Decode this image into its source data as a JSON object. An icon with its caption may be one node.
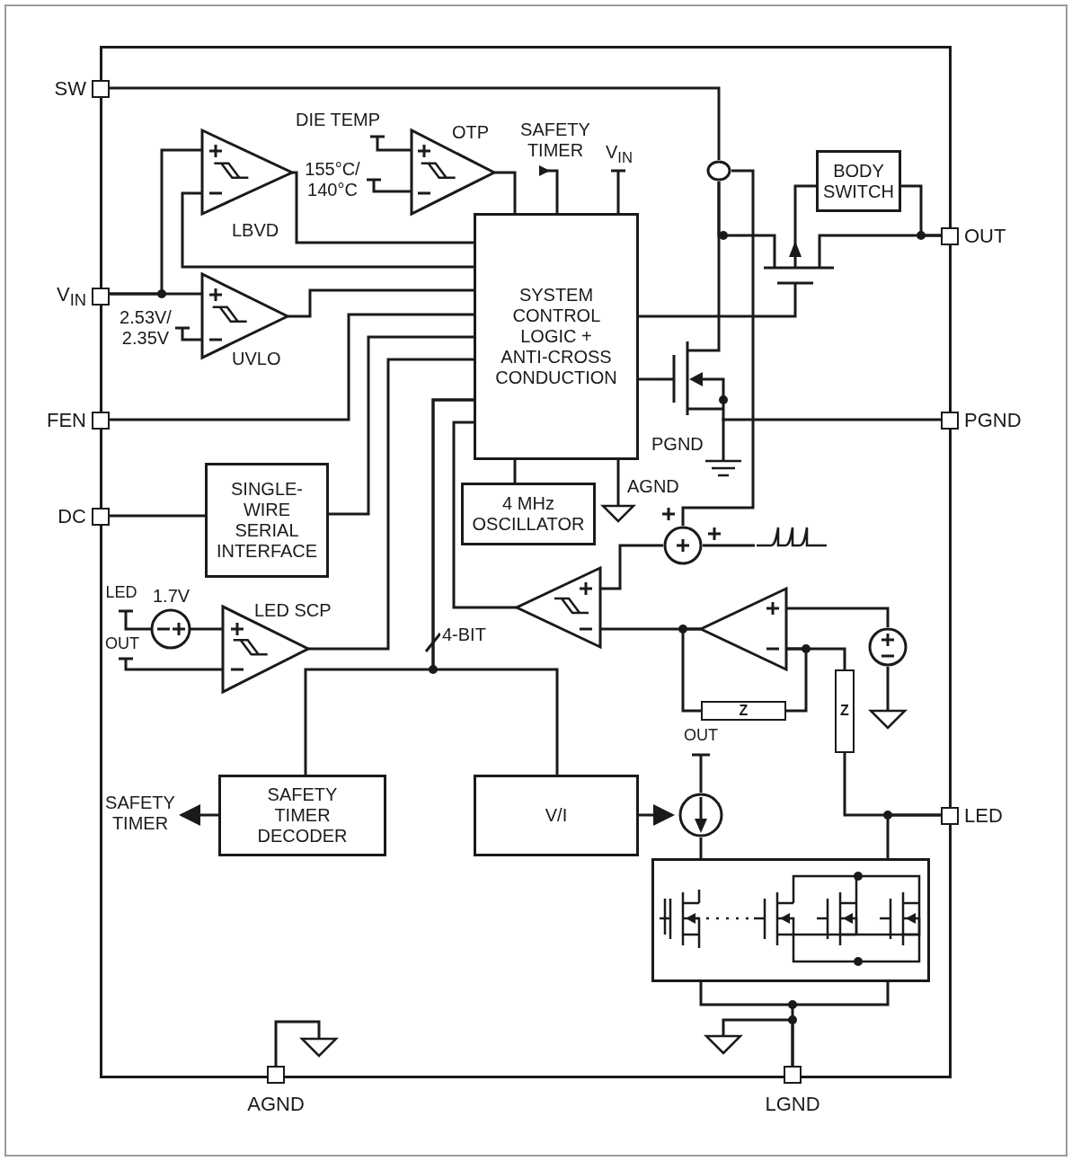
{
  "diagram": {
    "nodes": [
      {
        "text": [
          "SW"
        ]
      },
      {
        "text": [
          "V$_{IN}$"
        ]
      },
      {
        "text": [
          "FEN"
        ]
      },
      {
        "text": [
          "DC"
        ]
      },
      {
        "text": [
          "OUT"
        ]
      },
      {
        "text": [
          "PGND"
        ]
      },
      {
        "text": [
          "LED"
        ]
      },
      {
        "text": [
          "AGND"
        ]
      },
      {
        "text": [
          "LGND"
        ]
      },
      {
        "text": [
          "LBVD"
        ]
      },
      {
        "text": [
          "OTP"
        ]
      },
      {
        "text": [
          "UVLO"
        ]
      },
      {
        "text": [
          "LED SCP"
        ]
      },
      {
        "text": [
          "SYSTEM CONTROL LOGIC + ANTI-CROSS CONDUCTION"
        ]
      },
      {
        "text": [
          "4 MHz OSCILLATOR"
        ]
      },
      {
        "text": [
          "SINGLE-WIRE SERIAL INTERFACE"
        ]
      },
      {
        "text": [
          "SAFETY TIMER DECODER"
        ]
      },
      {
        "text": [
          "V/I"
        ]
      },
      {
        "text": [
          "BODY SWITCH"
        ]
      },
      {
        "text": [],
        "shape": "triangle"
      },
      {
        "text": [],
        "shape": "triangle"
      },
      {
        "text": [],
        "shape": "circle"
      },
      {
        "text": [],
        "shape": "circle"
      },
      {
        "text": [],
        "shape": "box"
      },
      {
        "text": [
          "Z"
        ]
      },
      {
        "text": [
          "Z"
        ]
      },
      {
        "text": [],
        "shape": "transistor"
      },
      {
        "text": [],
        "shape": "transistor"
      },
      {
        "text": [
          "SAFETY TIMER"
        ]
      },
      {
        "text": [
          "1.7V"
        ]
      },
      {
        "text": [],
        "shape": "circle"
      },
      {
        "text": [],
        "shape": "circle"
      },
      {
        "text": [],
        "shape": "waveform"
      },
      {
        "text": [
          "PGND"
        ]
      },
      {
        "text": [
          "AGND"
        ]
      },
      {
        "text": [],
        "shape": "ground"
      },
      {
        "text": [],
        "shape": "ground"
      },
      {
        "text": [],
        "shape": "ground"
      },
      {
        "text": [
          "DIE TEMP"
        ]
      },
      {
        "text": [
          "155°C/ 140°C"
        ]
      },
      {
        "text": [
          "SAFETY TIMER"
        ]
      },
      {
        "text": [
          "V$_{IN}$"
        ]
      },
      {
        "text": [
          "2.53V/ 2.35V"
        ]
      },
      {
        "text": [
          "LED"
        ]
      },
      {
        "text": [
          "OUT"
        ]
      },
      {
        "text": [
          "OUT"
        ]
      }
    ],
    "edges": [
      {
        "from": 0,
        "to": 31,
        "arrow": "none"
      },
      {
        "from": 31,
        "to": 26,
        "arrow": "none"
      },
      {
        "from": 26,
        "to": 18,
        "arrow": "none"
      },
      {
        "from": 18,
        "to": 4,
        "arrow": "none"
      },
      {
        "from": 26,
        "to": 4,
        "arrow": "none"
      },
      {
        "from": 13,
        "to": 26,
        "arrow": "none"
      },
      {
        "from": 13,
        "to": 27,
        "arrow": "none"
      },
      {
        "from": 27,
        "to": 5,
        "arrow": "none"
      },
      {
        "from": 1,
        "to": 9,
        "arrow": "none"
      },
      {
        "from": 1,
        "to": 11,
        "arrow": "none"
      },
      {
        "from": 9,
        "to": 13,
        "arrow": "none"
      },
      {
        "from": 10,
        "to": 13,
        "arrow": "none"
      },
      {
        "from": 11,
        "to": 13,
        "arrow": "none"
      },
      {
        "from": 2,
        "to": 13,
        "arrow": "none"
      },
      {
        "from": 15,
        "to": 13,
        "arrow": "none"
      },
      {
        "from": 12,
        "to": 13,
        "arrow": "none"
      },
      {
        "from": 3,
        "to": 15,
        "arrow": "none"
      },
      {
        "from": 13,
        "to": 14,
        "arrow": "none"
      },
      {
        "from": 19,
        "to": 13,
        "arrow": "none"
      },
      {
        "from": 21,
        "to": 19,
        "arrow": "none"
      },
      {
        "from": 20,
        "to": 19,
        "arrow": "none"
      },
      {
        "from": 20,
        "to": 24,
        "arrow": "none"
      },
      {
        "from": 24,
        "to": 20,
        "arrow": "none"
      },
      {
        "from": 20,
        "to": 25,
        "arrow": "none"
      },
      {
        "from": 25,
        "to": 6,
        "arrow": "none"
      },
      {
        "from": 6,
        "to": 23,
        "arrow": "none"
      },
      {
        "from": 17,
        "to": 22,
        "arrow": "to"
      },
      {
        "from": 22,
        "to": 23,
        "arrow": "none"
      },
      {
        "from": 16,
        "to": 28,
        "arrow": "to"
      },
      {
        "from": 13,
        "to": 16,
        "arrow": "none",
        "label": "4-BIT"
      },
      {
        "from": 13,
        "to": 17,
        "arrow": "none"
      },
      {
        "from": 23,
        "to": 8,
        "arrow": "none"
      },
      {
        "from": 29,
        "to": 12,
        "arrow": "none"
      },
      {
        "from": 30,
        "to": 20,
        "arrow": "none"
      },
      {
        "from": 31,
        "to": 21,
        "arrow": "none"
      },
      {
        "from": 32,
        "to": 21,
        "arrow": "none"
      },
      {
        "from": 13,
        "to": 9,
        "arrow": "none"
      },
      {
        "from": 31,
        "to": 27,
        "arrow": "none"
      },
      {
        "from": 27,
        "to": 33,
        "arrow": "none"
      },
      {
        "from": 13,
        "to": 34,
        "arrow": "none"
      },
      {
        "from": 30,
        "to": 35,
        "arrow": "none"
      },
      {
        "from": 7,
        "to": 36,
        "arrow": "none"
      },
      {
        "from": 8,
        "to": 37,
        "arrow": "none"
      },
      {
        "from": 38,
        "to": 10,
        "arrow": "none"
      },
      {
        "from": 39,
        "to": 10,
        "arrow": "none"
      },
      {
        "from": 40,
        "to": 13,
        "arrow": "to"
      },
      {
        "from": 41,
        "to": 13,
        "arrow": "none"
      },
      {
        "from": 42,
        "to": 11,
        "arrow": "none"
      },
      {
        "from": 43,
        "to": 29,
        "arrow": "none"
      },
      {
        "from": 44,
        "to": 12,
        "arrow": "none"
      },
      {
        "from": 45,
        "to": 22,
        "arrow": "none"
      }
    ]
  }
}
